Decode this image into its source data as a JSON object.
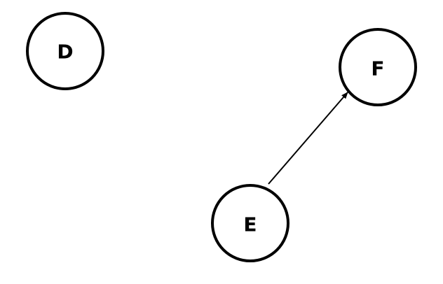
{
  "nodes": [
    {
      "id": "D",
      "label": "D"
    },
    {
      "id": "E",
      "label": "E"
    },
    {
      "id": "F",
      "label": "F"
    }
  ],
  "edges": [
    {
      "from": "E",
      "to": "F",
      "directed": true
    }
  ],
  "colors": {
    "background": "#ffffff",
    "stroke": "#000000",
    "text": "#000000"
  }
}
